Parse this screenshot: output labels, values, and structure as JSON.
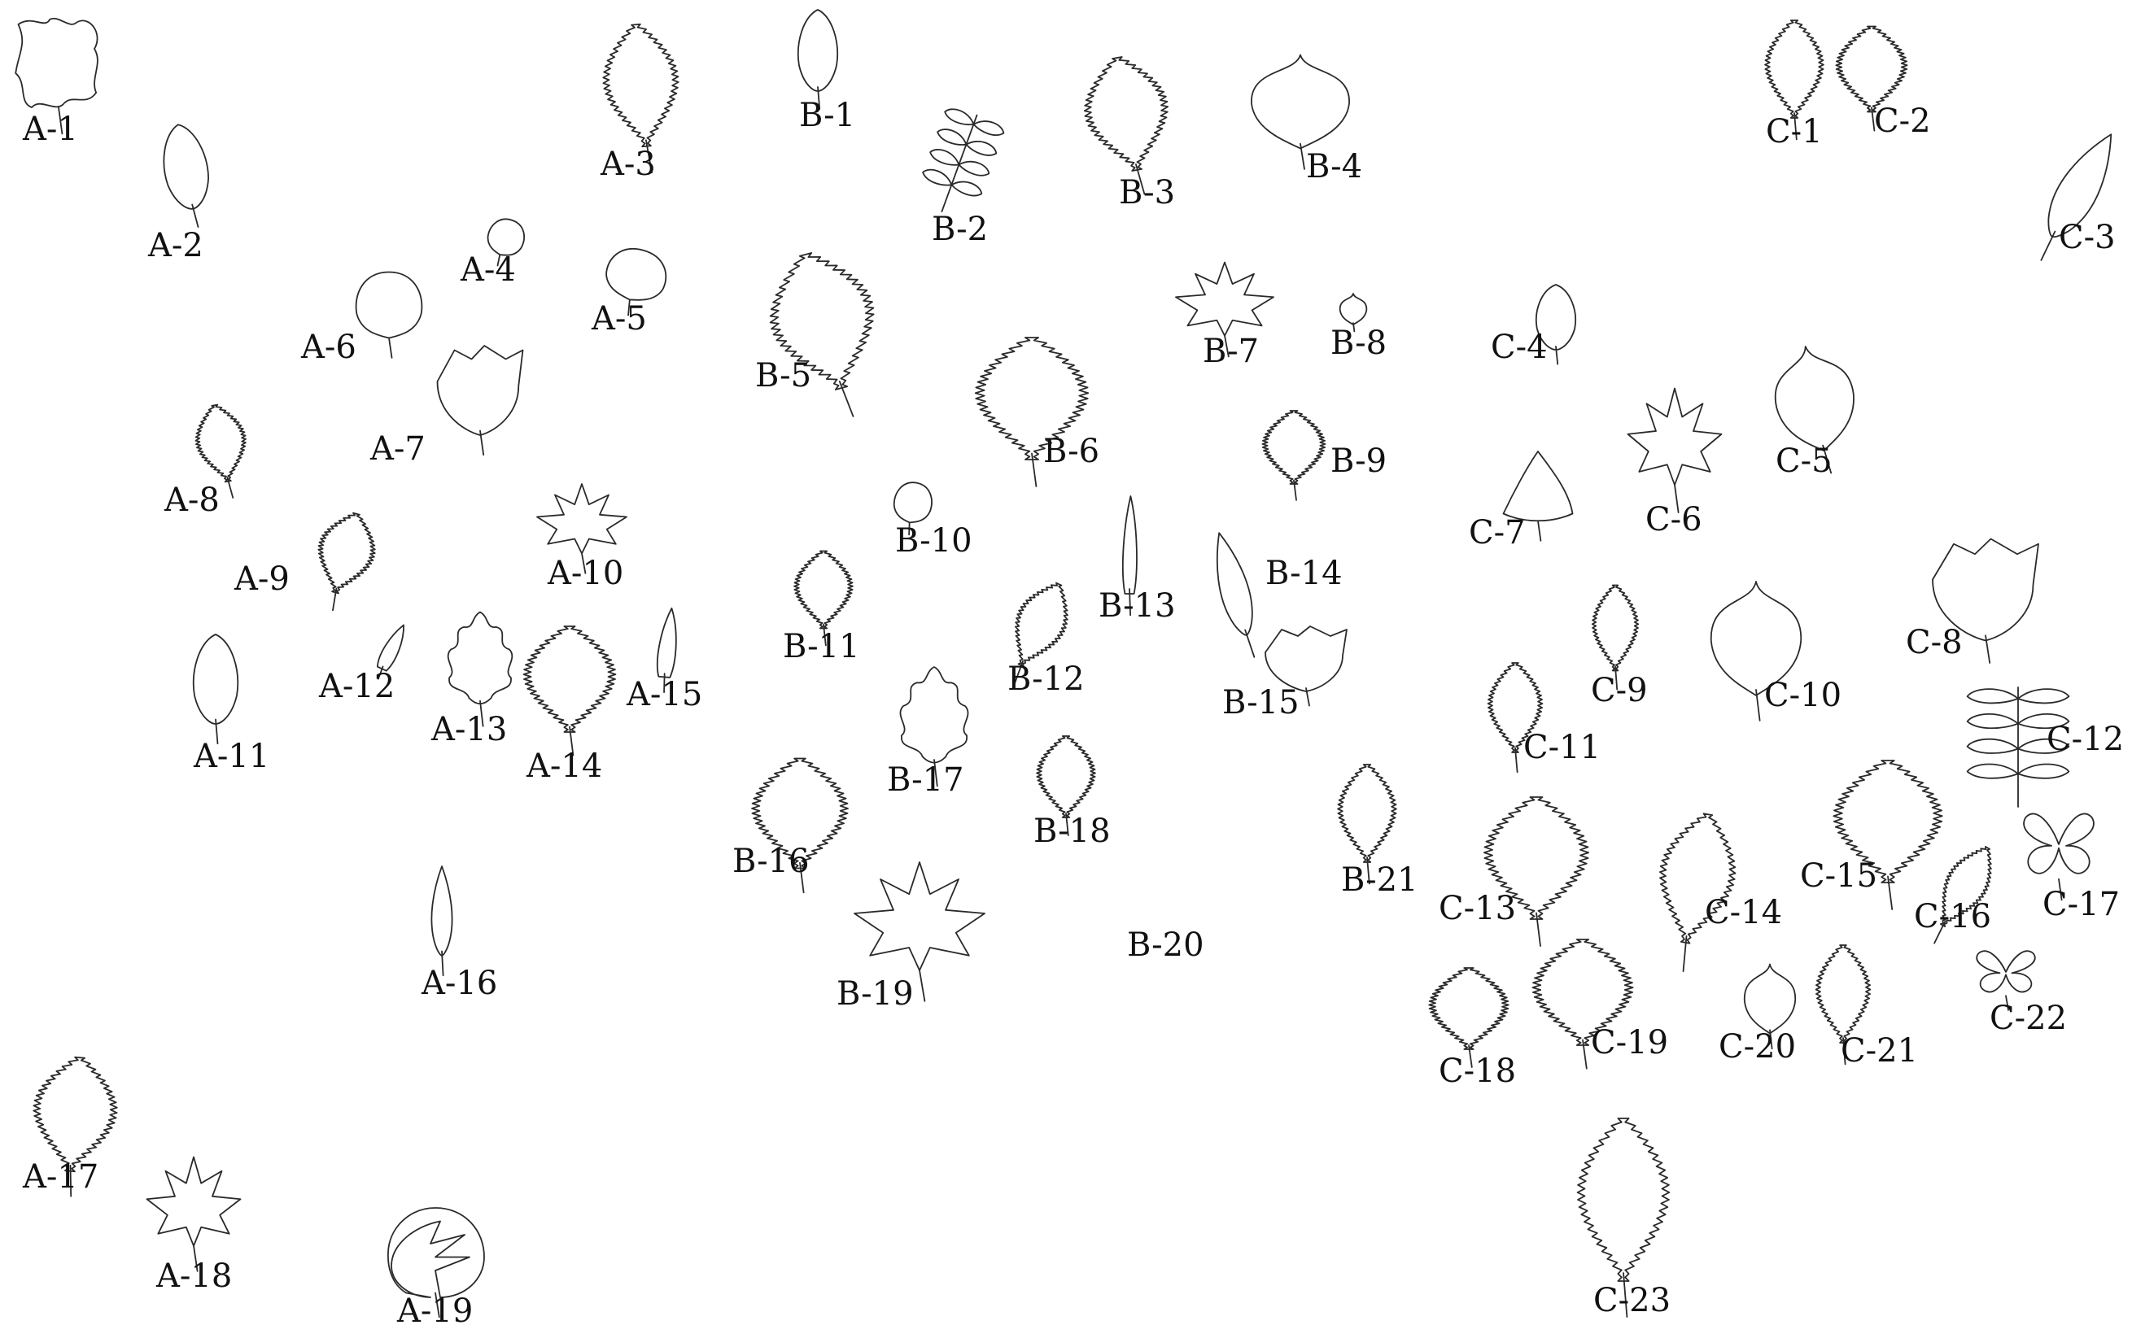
{
  "specimens": [
    {
      "id": "A-1",
      "shape": "lobed"
    },
    {
      "id": "A-2",
      "shape": "oval"
    },
    {
      "id": "A-3",
      "shape": "serrate"
    },
    {
      "id": "A-4",
      "shape": "round"
    },
    {
      "id": "A-5",
      "shape": "round"
    },
    {
      "id": "A-6",
      "shape": "round"
    },
    {
      "id": "A-7",
      "shape": "tulip"
    },
    {
      "id": "A-8",
      "shape": "serrate"
    },
    {
      "id": "A-9",
      "shape": "serrate"
    },
    {
      "id": "A-10",
      "shape": "maple"
    },
    {
      "id": "A-11",
      "shape": "oval"
    },
    {
      "id": "A-12",
      "shape": "narrow"
    },
    {
      "id": "A-13",
      "shape": "oak"
    },
    {
      "id": "A-14",
      "shape": "serrate"
    },
    {
      "id": "A-15",
      "shape": "narrow"
    },
    {
      "id": "A-16",
      "shape": "lance"
    },
    {
      "id": "A-17",
      "shape": "serrate"
    },
    {
      "id": "A-18",
      "shape": "maple"
    },
    {
      "id": "A-19",
      "shape": "monstera"
    },
    {
      "id": "B-1",
      "shape": "oval"
    },
    {
      "id": "B-2",
      "shape": "compound"
    },
    {
      "id": "B-3",
      "shape": "serrate"
    },
    {
      "id": "B-4",
      "shape": "heart"
    },
    {
      "id": "B-5",
      "shape": "serrate"
    },
    {
      "id": "B-6",
      "shape": "serrate"
    },
    {
      "id": "B-7",
      "shape": "maple"
    },
    {
      "id": "B-8",
      "shape": "heart"
    },
    {
      "id": "B-9",
      "shape": "serrate"
    },
    {
      "id": "B-10",
      "shape": "round"
    },
    {
      "id": "B-11",
      "shape": "serrate"
    },
    {
      "id": "B-12",
      "shape": "serrate"
    },
    {
      "id": "B-13",
      "shape": "narrow"
    },
    {
      "id": "B-14",
      "shape": "lance"
    },
    {
      "id": "B-15",
      "shape": "tulip"
    },
    {
      "id": "B-16",
      "shape": "serrate"
    },
    {
      "id": "B-17",
      "shape": "oak"
    },
    {
      "id": "B-18",
      "shape": "serrate"
    },
    {
      "id": "B-19",
      "shape": "maple"
    },
    {
      "id": "B-20",
      "shape": ""
    },
    {
      "id": "B-21",
      "shape": "serrate"
    },
    {
      "id": "C-1",
      "shape": "serrate"
    },
    {
      "id": "C-2",
      "shape": "serrate"
    },
    {
      "id": "C-3",
      "shape": "lance"
    },
    {
      "id": "C-4",
      "shape": "oval"
    },
    {
      "id": "C-5",
      "shape": "heart"
    },
    {
      "id": "C-6",
      "shape": "maple"
    },
    {
      "id": "C-7",
      "shape": "triangle"
    },
    {
      "id": "C-8",
      "shape": "tulip"
    },
    {
      "id": "C-9",
      "shape": "serrate"
    },
    {
      "id": "C-10",
      "shape": "heart"
    },
    {
      "id": "C-11",
      "shape": "serrate"
    },
    {
      "id": "C-12",
      "shape": "compound"
    },
    {
      "id": "C-13",
      "shape": "serrate"
    },
    {
      "id": "C-14",
      "shape": "serrate"
    },
    {
      "id": "C-15",
      "shape": "serrate"
    },
    {
      "id": "C-16",
      "shape": "serrate"
    },
    {
      "id": "C-17",
      "shape": "clover"
    },
    {
      "id": "C-18",
      "shape": "serrate"
    },
    {
      "id": "C-19",
      "shape": "serrate"
    },
    {
      "id": "C-20",
      "shape": "heart"
    },
    {
      "id": "C-21",
      "shape": "serrate"
    },
    {
      "id": "C-22",
      "shape": "clover"
    },
    {
      "id": "C-23",
      "shape": "serrate"
    }
  ]
}
